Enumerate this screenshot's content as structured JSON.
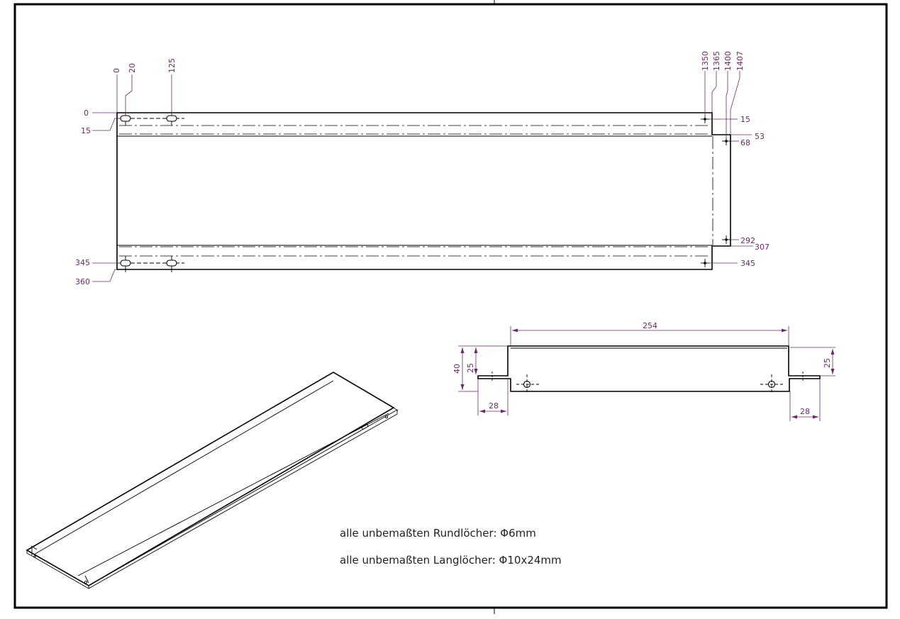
{
  "top_view": {
    "x_ords": [
      "0",
      "20",
      "125",
      "1350",
      "1365",
      "1400",
      "1407"
    ],
    "left_y_ords": [
      "0",
      "15",
      "345",
      "360"
    ],
    "right_y_ords": [
      "15",
      "53",
      "68",
      "292",
      "307",
      "345"
    ]
  },
  "section_view": {
    "width": "254",
    "total_height": "40",
    "left_flange_height": "25",
    "right_flange_height": "25",
    "left_flange_width": "28",
    "right_flange_width": "28"
  },
  "notes": {
    "round_holes": "alle unbemaßten Rundlöcher: Φ6mm",
    "slot_holes": "alle unbemaßten Langlöcher: Φ10x24mm"
  },
  "colors": {
    "dimension": "#6a2a6a",
    "outline": "#000000"
  }
}
